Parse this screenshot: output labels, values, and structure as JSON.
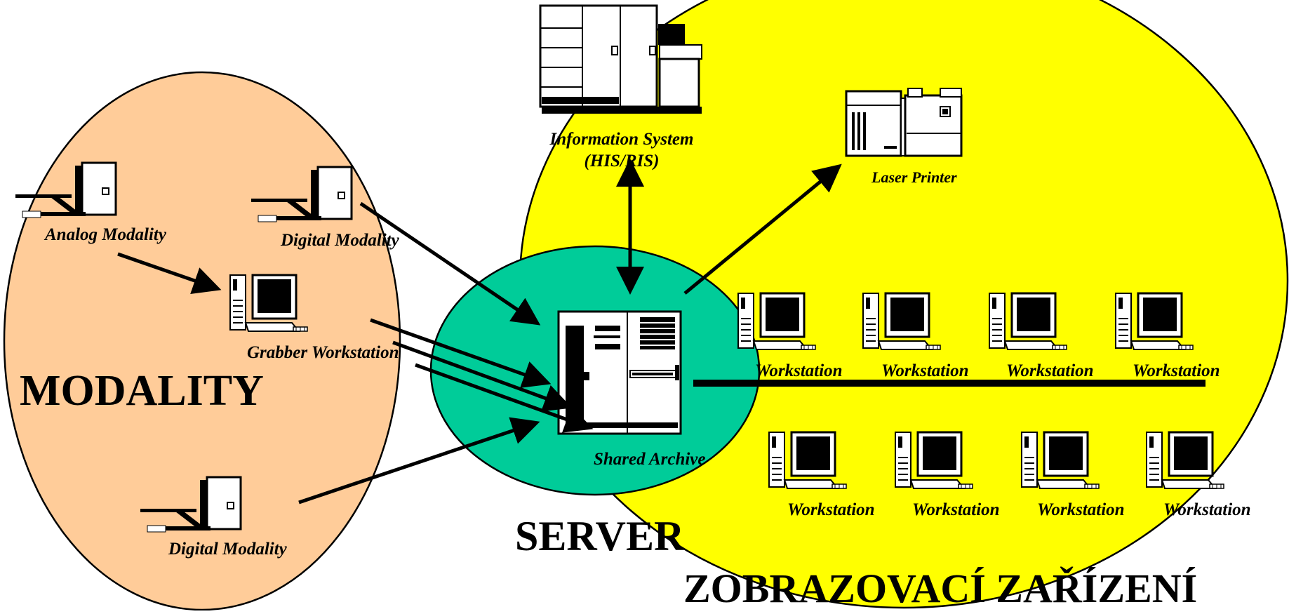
{
  "colors": {
    "modality_zone": "#FFCC99",
    "server_zone": "#00CC99",
    "display_zone": "#FFFF00",
    "line": "#000000"
  },
  "zones": {
    "modality": "MODALITY",
    "server": "SERVER",
    "display": "ZOBRAZOVACÍ ZAŘÍZENÍ"
  },
  "labels": {
    "information_system_line1": "Information System",
    "information_system_line2": "(HIS/RIS)",
    "laser_printer": "Laser Printer",
    "analog_modality": "Analog Modality",
    "digital_modality_top": "Digital Modality",
    "grabber_workstation": "Grabber Workstation",
    "digital_modality_bottom": "Digital Modality",
    "shared_archive": "Shared Archive",
    "workstations_row1": [
      "Workstation",
      "Workstation",
      "Workstation",
      "Workstation"
    ],
    "workstations_row2": [
      "Workstation",
      "Workstation",
      "Workstation",
      "Workstation"
    ]
  },
  "icons": {
    "mainframe": "mainframe-icon",
    "printer": "laser-printer-icon",
    "modality": "modality-scanner-icon",
    "workstation": "workstation-computer-icon",
    "server": "server-cabinet-icon"
  }
}
